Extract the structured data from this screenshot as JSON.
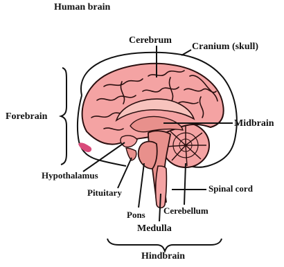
{
  "title": "Human brain",
  "labels": {
    "cerebrum": "Cerebrum",
    "cranium": "Cranium (skull)",
    "forebrain": "Forebrain",
    "midbrain": "Midbrain",
    "hypothalamus": "Hypothalamus",
    "pituitary": "Pituitary",
    "spinal_cord": "Spinal cord",
    "cerebellum": "Cerebellum",
    "pons": "Pons",
    "medulla": "Medulla",
    "hindbrain": "Hindbrain"
  },
  "colors": {
    "brain_fill": "#f4a3a3",
    "brain_outline": "#2a0f0f",
    "inner_tissue": "#f7c3bd",
    "brainstem": "#e8908c",
    "accent_marker": "#d94a7a",
    "lines": "#111111"
  }
}
